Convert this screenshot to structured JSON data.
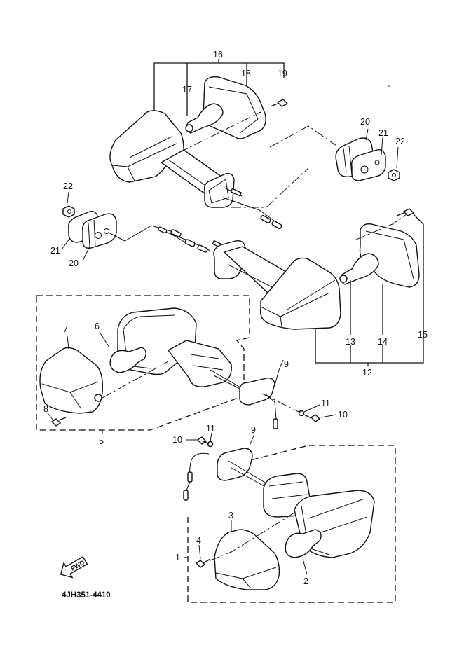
{
  "diagram": {
    "title_code": "4JH351-4410",
    "direction_label": "FWD",
    "groups": {
      "front_right_assembly": {
        "label": "16",
        "parts": [
          "17",
          "18",
          "19"
        ]
      },
      "front_left_assembly": {
        "label": "12",
        "parts": [
          "13",
          "14",
          "15"
        ]
      },
      "rear_left_assembly": {
        "label": "5",
        "parts": [
          "6",
          "7",
          "8"
        ]
      },
      "rear_right_assembly": {
        "label": "1",
        "parts": [
          "2",
          "3",
          "4"
        ]
      }
    },
    "callouts": {
      "c1": "1",
      "c2": "2",
      "c3": "3",
      "c4": "4",
      "c5": "5",
      "c6": "6",
      "c7": "7",
      "c8": "8",
      "c9a": "9",
      "c9b": "9",
      "c10a": "10",
      "c10b": "10",
      "c11a": "11",
      "c11b": "11",
      "c12": "12",
      "c13": "13",
      "c14": "14",
      "c15": "15",
      "c16": "16",
      "c17": "17",
      "c18": "18",
      "c19": "19",
      "c20a": "20",
      "c20b": "20",
      "c21a": "21",
      "c21b": "21",
      "c22a": "22",
      "c22b": "22"
    }
  }
}
